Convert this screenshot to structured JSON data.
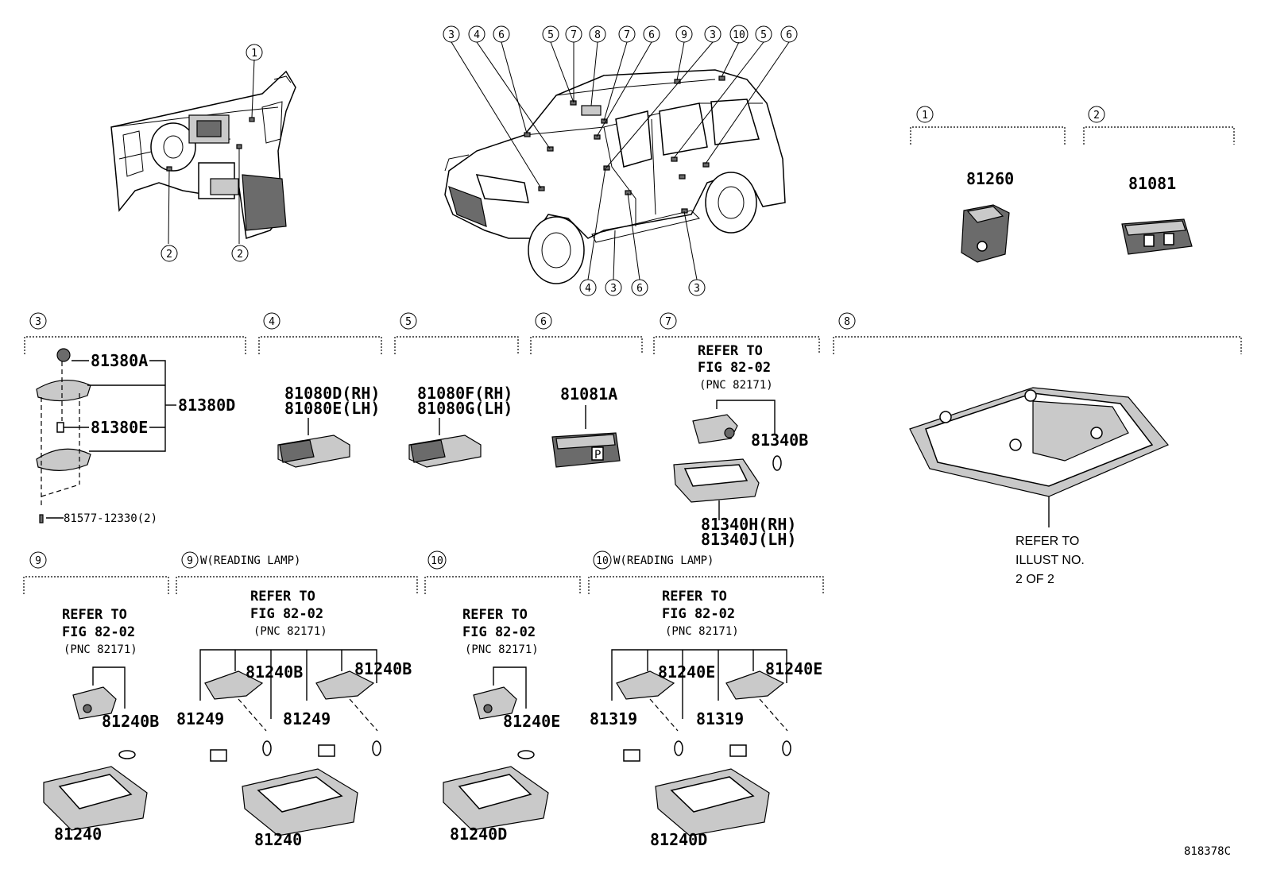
{
  "drawing_number": "818378C",
  "callouts_overview_car": [
    "3",
    "4",
    "6",
    "5",
    "7",
    "8",
    "7",
    "6",
    "9",
    "3",
    "10",
    "5",
    "6"
  ],
  "callouts_car_bottom": [
    "4",
    "3",
    "6",
    "3"
  ],
  "callouts_dash": [
    "1",
    "2",
    "2"
  ],
  "sections": [
    {
      "num": "1",
      "parts": [
        "81260"
      ]
    },
    {
      "num": "2",
      "parts": [
        "81081"
      ]
    },
    {
      "num": "3",
      "parts": [
        "81380A",
        "81380D",
        "81380E",
        "81577-12330(2)"
      ]
    },
    {
      "num": "4",
      "parts": [
        "81080D(RH)",
        "81080E(LH)"
      ]
    },
    {
      "num": "5",
      "parts": [
        "81080F(RH)",
        "81080G(LH)"
      ]
    },
    {
      "num": "6",
      "parts": [
        "81081A"
      ]
    },
    {
      "num": "7",
      "refer": [
        "REFER TO",
        "FIG 82-02",
        "(PNC 82171)"
      ],
      "parts": [
        "81340B",
        "81340H(RH)",
        "81340J(LH)"
      ]
    },
    {
      "num": "8",
      "refer": [
        "REFER TO",
        "ILLUST NO.",
        "2 OF 2"
      ]
    },
    {
      "num": "9",
      "refer": [
        "REFER TO",
        "FIG 82-02",
        "(PNC 82171)"
      ],
      "parts": [
        "81240B",
        "81240"
      ]
    },
    {
      "num": "9",
      "variant": "W(READING LAMP)",
      "refer": [
        "REFER TO",
        "FIG 82-02",
        "(PNC 82171)"
      ],
      "parts": [
        "81240B",
        "81240B",
        "81249",
        "81249",
        "81240"
      ]
    },
    {
      "num": "10",
      "refer": [
        "REFER TO",
        "FIG 82-02",
        "(PNC 82171)"
      ],
      "parts": [
        "81240E",
        "81240D"
      ]
    },
    {
      "num": "10",
      "variant": "W(READING LAMP)",
      "refer": [
        "REFER TO",
        "FIG 82-02",
        "(PNC 82171)"
      ],
      "parts": [
        "81240E",
        "81240E",
        "81319",
        "81319",
        "81240D"
      ]
    }
  ]
}
